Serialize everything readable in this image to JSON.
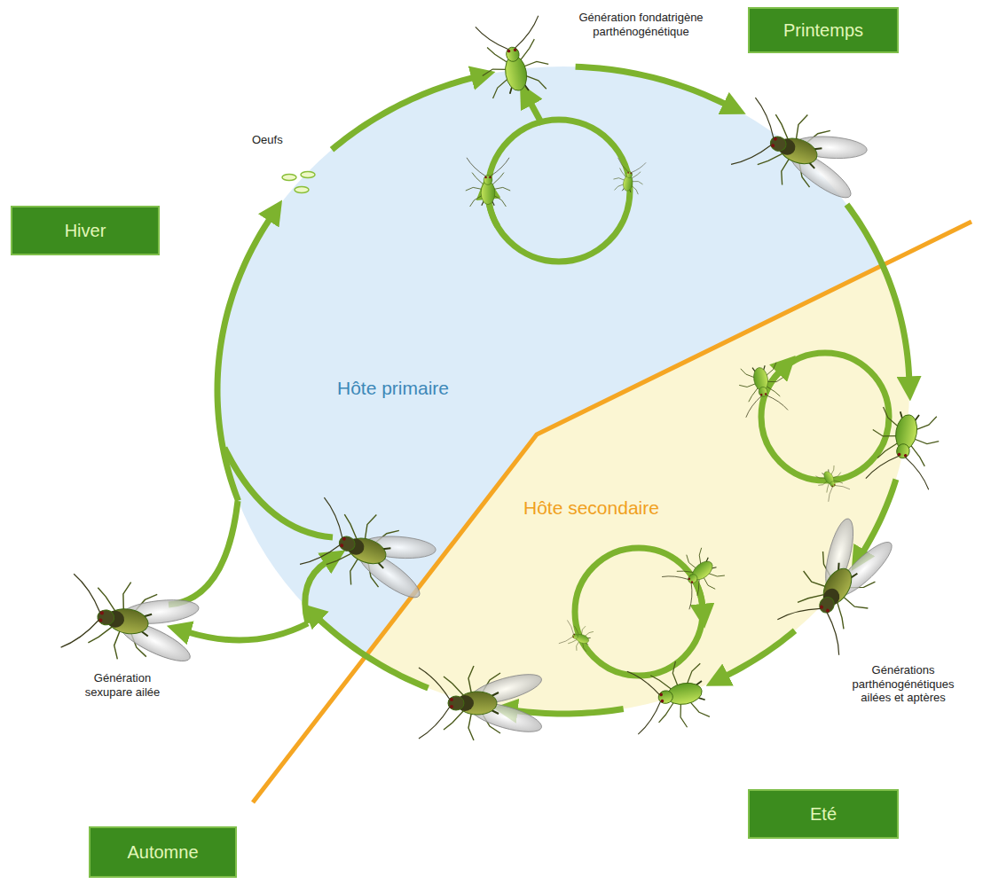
{
  "diagram": {
    "nodes": [
      {
        "text": [
          "Printemps"
        ]
      },
      {
        "text": [
          "Hiver"
        ]
      },
      {
        "text": [
          "Eté"
        ]
      },
      {
        "text": [
          "Automne"
        ]
      }
    ],
    "labels": [
      "Génération fondatrigène parthénogénétique",
      "Oeufs",
      "Hôte primaire",
      "Hôte secondaire",
      "Générations parthénogénétiques ailées et aptères",
      "Génération sexupare ailée"
    ]
  }
}
